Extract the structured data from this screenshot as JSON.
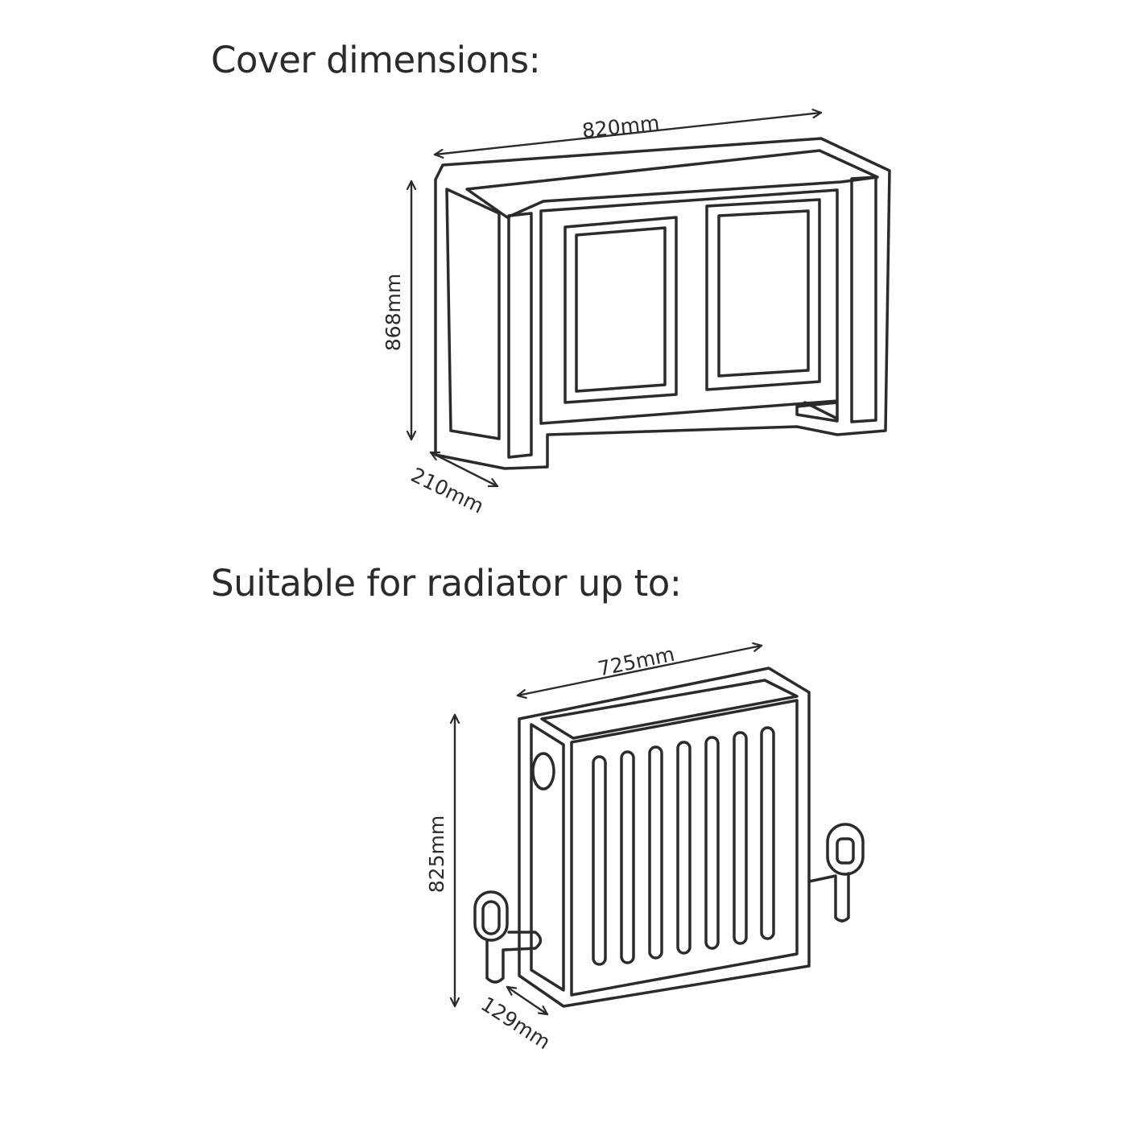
{
  "cover": {
    "heading": "Cover dimensions:",
    "width": "820mm",
    "height": "868mm",
    "depth": "210mm"
  },
  "radiator": {
    "heading": "Suitable for radiator up to:",
    "width": "725mm",
    "height": "825mm",
    "depth": "129mm"
  },
  "colors": {
    "line": "#2b2b2b",
    "background": "#ffffff"
  },
  "icons": [
    "radiator-cover-illustration",
    "radiator-illustration"
  ]
}
